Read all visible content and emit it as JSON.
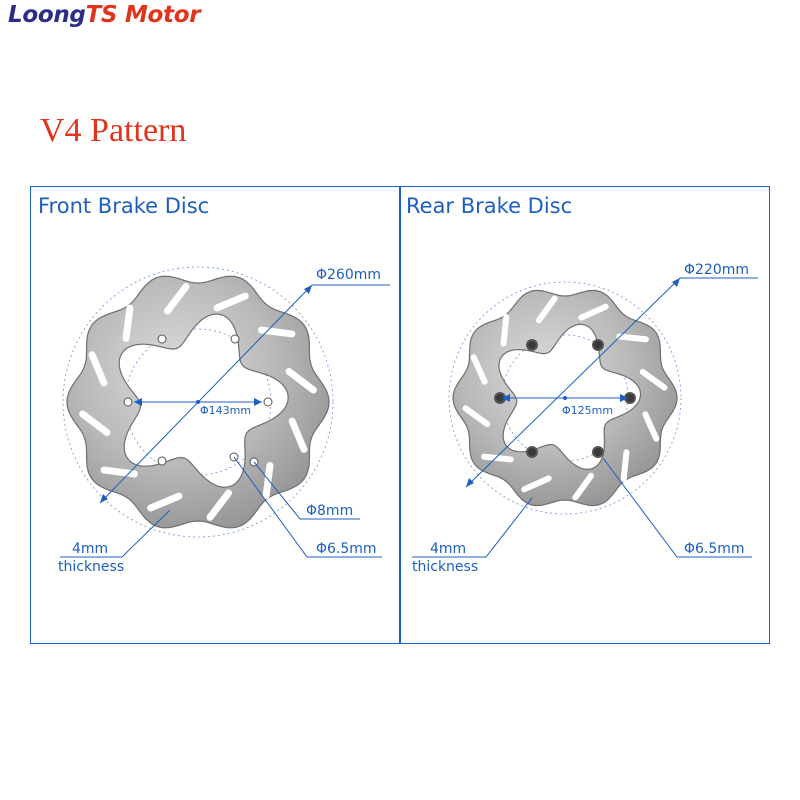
{
  "brand": {
    "part1": "Loong",
    "part2": "TS Motor",
    "color1": "#2c2c8a",
    "color2": "#e0341c"
  },
  "pattern_title": "V4 Pattern",
  "colors": {
    "accent": "#1d5fc0",
    "frame": "#1d63c7",
    "steel": "#b9b9b9"
  },
  "panels": {
    "front": {
      "title": "Front Brake Disc",
      "outer_diameter": "Φ260mm",
      "mount_diameter": "Φ143mm",
      "hole_large": "Φ8mm",
      "hole_small": "Φ6.5mm",
      "thickness_value": "4mm",
      "thickness_word": "thickness"
    },
    "rear": {
      "title": "Rear Brake Disc",
      "outer_diameter": "Φ220mm",
      "mount_diameter": "Φ125mm",
      "hole_small": "Φ6.5mm",
      "thickness_value": "4mm",
      "thickness_word": "thickness"
    }
  }
}
